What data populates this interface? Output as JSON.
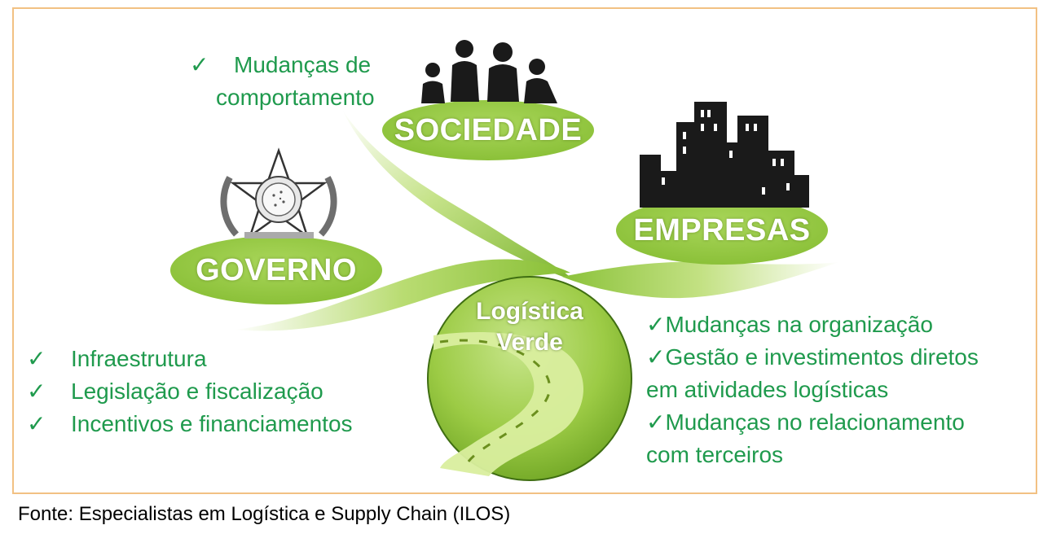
{
  "nodes": {
    "sociedade": "SOCIEDADE",
    "empresas": "EMPRESAS",
    "governo": "GOVERNO",
    "center_line1": "Logística",
    "center_line2": "Verde"
  },
  "sociedade_items": {
    "check": "✓",
    "line1": "Mudanças de",
    "line2": "comportamento"
  },
  "governo_items": [
    {
      "check": "✓",
      "text": "Infraestrutura"
    },
    {
      "check": "✓",
      "text": "Legislação e fiscalização"
    },
    {
      "check": "✓",
      "text": "Incentivos e financiamentos"
    }
  ],
  "empresas_items": [
    "✓Mudanças na organização",
    "✓Gestão e investimentos diretos",
    "em atividades logísticas",
    "✓Mudanças no relacionamento",
    "com terceiros"
  ],
  "source": "Fonte: Especialistas em Logística e Supply Chain (ILOS)",
  "colors": {
    "green_text": "#1f9a4d",
    "ellipse": "#92c83e",
    "frame": "#f2c183"
  },
  "icons": [
    "family-silhouette-icon",
    "city-buildings-icon",
    "brazil-coat-of-arms-icon",
    "road-icon"
  ]
}
